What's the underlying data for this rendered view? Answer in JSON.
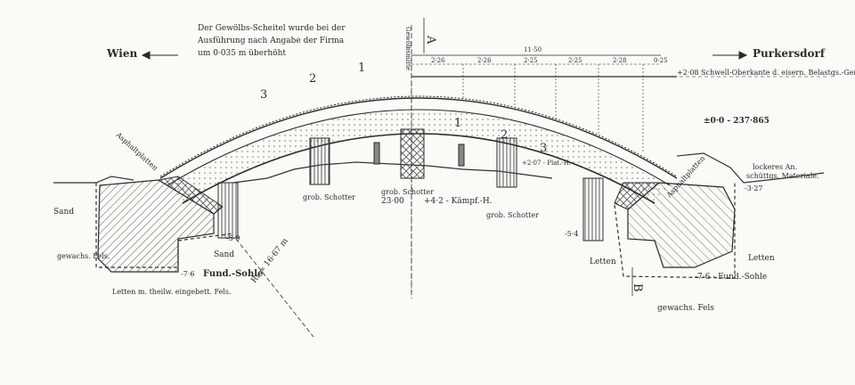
{
  "note": {
    "line1": "Der Gewölbs-Scheitel wurde bei der",
    "line2": "Ausführung nach Angabe der Firma",
    "line3": "um 0·035 m überhöht"
  },
  "directions": {
    "left": "Wien",
    "right": "Purkersdorf"
  },
  "rail_label": "+2·08 Schwell-Oberkante d. eisern. Belastgs.-Gerüst",
  "datum_label": "±0·0 - 237·865",
  "section_marks": {
    "top": "A",
    "bottom": "B"
  },
  "rib_numbers": [
    "1",
    "2",
    "3",
    "1",
    "2",
    "3"
  ],
  "dims": {
    "top_total": "11·50",
    "top_segments": [
      "2·26",
      "2·26",
      "2·25",
      "2·25",
      "2·28"
    ],
    "top_end": "0·25",
    "span": "23·00",
    "kampf": "+4·2 - Kämpf.-H.",
    "plat": "+2·07 - Plat.-H.",
    "left_depth": "-5·9",
    "left_sole": "-7·6",
    "right_depth": "-5·4",
    "right_sole": "-7·6 - Fund.-Sohle",
    "right_level": "-3·27",
    "radius": "R₁ = 16·67 m"
  },
  "materials": {
    "sand_1": "Sand",
    "sand_2": "Sand",
    "fels_left": "gewachs. Fels.",
    "fund_sohle_left": "Fund.-Sohle",
    "letten_left": "Letten m. theilw. eingebett. Fels.",
    "schotter_1": "grob. Schotter",
    "schotter_2": "grob. Schotter",
    "schotter_3": "grob. Schotter",
    "letten_right_1": "Letten",
    "letten_right_2": "Letten",
    "fels_right": "gewachs. Fels",
    "loose_1": "lockeres An.",
    "loose_2": "schüttgs. Materiale.",
    "asphalt_left": "Asphaltplatten",
    "asphalt_right": "Asphaltplatten",
    "crown_label": "Gewölbsmitte"
  },
  "colors": {
    "ink": "#2b2b2b",
    "paper": "#fbfaf6",
    "hatch": "#6a6a6a"
  }
}
